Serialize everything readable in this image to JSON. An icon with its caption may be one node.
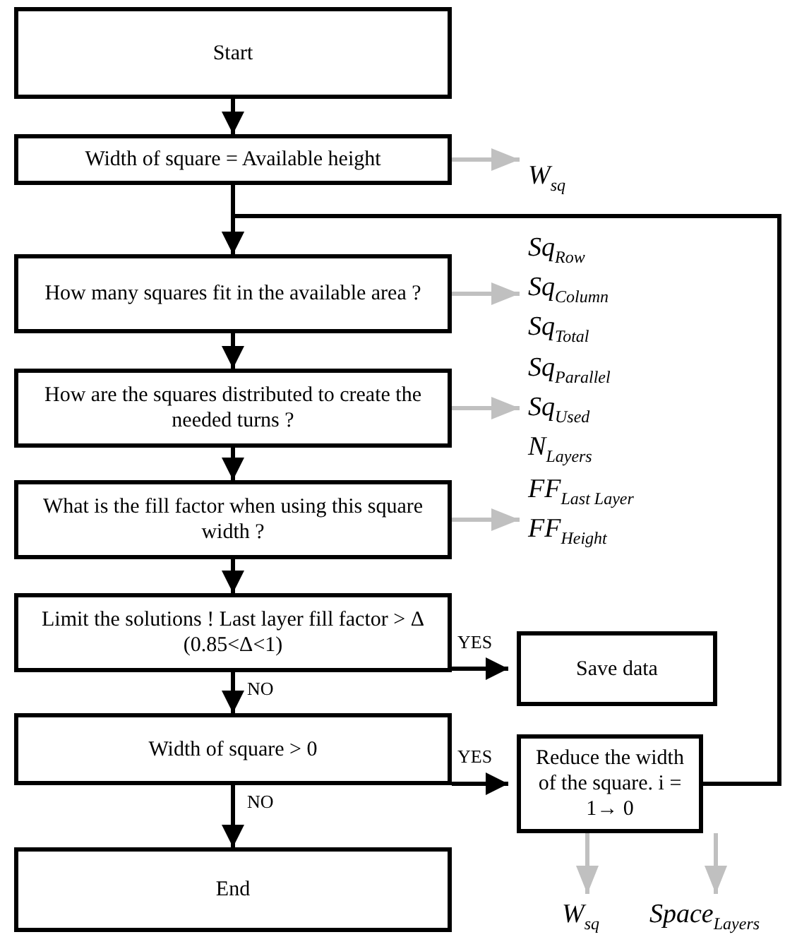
{
  "diagram": {
    "nodes": [
      {
        "text": [
          "Start"
        ]
      },
      {
        "text": [
          "Width of square = Available height"
        ]
      },
      {
        "text": [
          "How many squares fit in the available area ?"
        ]
      },
      {
        "text": [
          "How are the squares distributed to create the needed turns ?"
        ]
      },
      {
        "text": [
          "What is the fill factor when using this square width ?"
        ]
      },
      {
        "text": [
          "Limit the solutions ! Last layer fill factor > Δ (0.85<Δ<1)"
        ]
      },
      {
        "text": [
          "Save data"
        ]
      },
      {
        "text": [
          "Width of square > 0"
        ]
      },
      {
        "text": [
          "Reduce the width of the square. i = 1→ 0"
        ]
      },
      {
        "text": [
          "End"
        ]
      },
      {
        "text": [
          "W$_{sq}$"
        ]
      },
      {
        "text": [
          "Sq$_{Row}$",
          "Sq$_{Column}$",
          "Sq$_{Total}$"
        ]
      },
      {
        "text": [
          "Sq$_{Parallel}$",
          "Sq$_{Used}$",
          "N$_{Layers}$"
        ]
      },
      {
        "text": [
          "FF$_{Last Layer}$",
          "FF$_{Height}$"
        ]
      },
      {
        "text": [
          "W$_{sq}$"
        ]
      },
      {
        "text": [
          "Space$_{Layers}$"
        ]
      }
    ],
    "edges": [
      {
        "from": 0,
        "to": 1,
        "arrow": "to"
      },
      {
        "from": 1,
        "to": 2,
        "arrow": "to"
      },
      {
        "from": 2,
        "to": 3,
        "arrow": "to"
      },
      {
        "from": 3,
        "to": 4,
        "arrow": "to"
      },
      {
        "from": 4,
        "to": 5,
        "arrow": "to"
      },
      {
        "from": 5,
        "to": 6,
        "arrow": "to",
        "label": "YES"
      },
      {
        "from": 5,
        "to": 7,
        "arrow": "to",
        "label": "NO"
      },
      {
        "from": 7,
        "to": 8,
        "arrow": "to",
        "label": "YES"
      },
      {
        "from": 7,
        "to": 9,
        "arrow": "to",
        "label": "NO"
      },
      {
        "from": 8,
        "to": 2,
        "arrow": "to"
      },
      {
        "from": 1,
        "to": 10,
        "arrow": "to",
        "color": "#c0c0c0"
      },
      {
        "from": 2,
        "to": 11,
        "arrow": "to",
        "color": "#c0c0c0"
      },
      {
        "from": 3,
        "to": 12,
        "arrow": "to",
        "color": "#c0c0c0"
      },
      {
        "from": 4,
        "to": 13,
        "arrow": "to",
        "color": "#c0c0c0"
      },
      {
        "from": 8,
        "to": 14,
        "arrow": "to",
        "color": "#c0c0c0"
      },
      {
        "from": 8,
        "to": 15,
        "arrow": "to",
        "color": "#c0c0c0"
      }
    ]
  }
}
